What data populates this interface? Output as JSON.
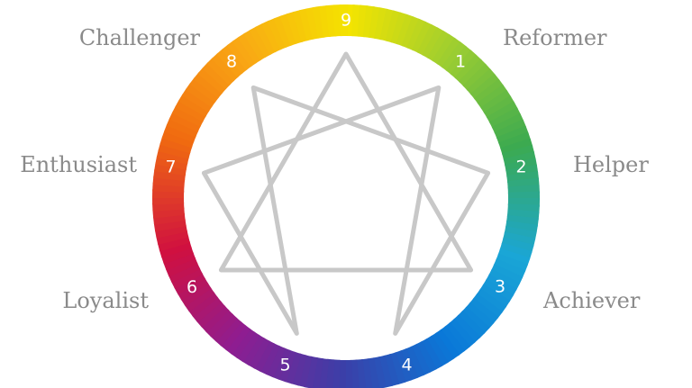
{
  "ring_colors": [
    "#f4e400",
    "#9acd32",
    "#3caa50",
    "#1aa6d6",
    "#0a78d8",
    "#3b3fa8",
    "#8e1d91",
    "#d01040",
    "#f06a10",
    "#f9a814"
  ],
  "line_color": "#c8c8c8",
  "points": [
    {
      "number": "9",
      "name": ""
    },
    {
      "number": "1",
      "name": "Reformer"
    },
    {
      "number": "2",
      "name": "Helper"
    },
    {
      "number": "3",
      "name": "Achiever"
    },
    {
      "number": "4",
      "name": ""
    },
    {
      "number": "5",
      "name": ""
    },
    {
      "number": "6",
      "name": "Loyalist"
    },
    {
      "number": "7",
      "name": "Enthusiast"
    },
    {
      "number": "8",
      "name": "Challenger"
    }
  ]
}
